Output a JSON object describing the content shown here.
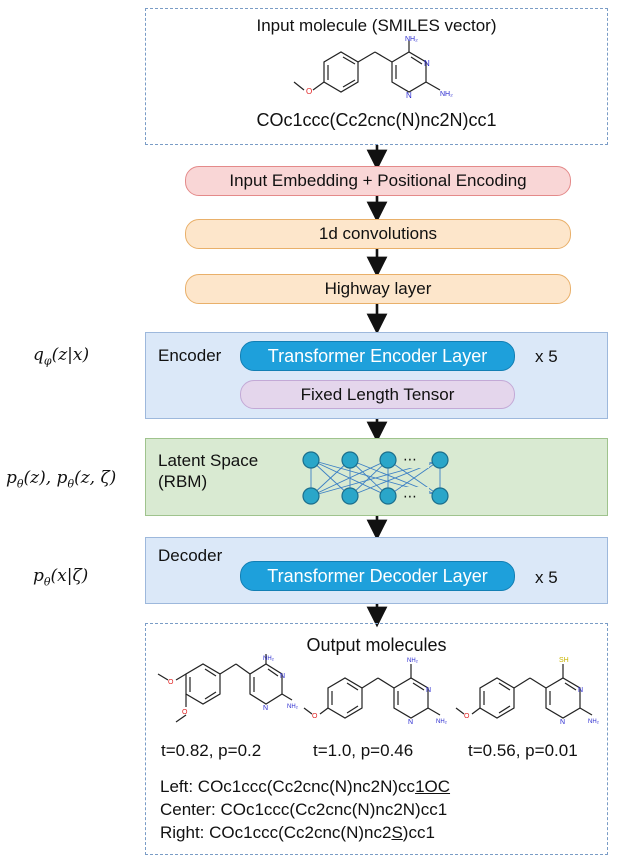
{
  "input": {
    "title": "Input molecule (SMILES vector)",
    "smiles": "COc1ccc(Cc2cnc(N)nc2N)cc1",
    "atoms": {
      "nh2_top": "NH₂",
      "nh2_right": "NH₂",
      "n_top": "N",
      "n_bottom": "N",
      "o": "O"
    }
  },
  "pipeline": {
    "embedding": "Input Embedding + Positional Encoding",
    "conv": "1d convolutions",
    "highway": "Highway layer"
  },
  "encoder": {
    "label": "Encoder",
    "layer": "Transformer  Encoder Layer",
    "repeat": "x 5",
    "tensor": "Fixed Length Tensor",
    "math": "q_φ(z|x)"
  },
  "latent": {
    "label_line1": "Latent Space",
    "label_line2": "(RBM)",
    "ellipsis": "⋯",
    "math": "p_θ(z), p_θ(z,ζ)"
  },
  "decoder": {
    "label": "Decoder",
    "layer": "Transformer  Decoder Layer",
    "repeat": "x 5",
    "math": "p_θ(x|ζ)"
  },
  "output": {
    "title": "Output molecules",
    "scores": [
      "t=0.82, p=0.2",
      "t=1.0, p=0.46",
      "t=0.56, p=0.01"
    ],
    "atoms": {
      "nh2": "NH₂",
      "n": "N",
      "o": "O",
      "sh": "SH"
    },
    "left_prefix": "Left: COc1ccc(Cc2cnc(N)nc2N)cc",
    "left_underlined": "1OC",
    "center": "Center: COc1ccc(Cc2cnc(N)nc2N)cc1",
    "right_prefix": "Right: COc1ccc(Cc2cnc(N)nc2",
    "right_underlined": "S",
    "right_suffix": ")cc1"
  },
  "colors": {
    "embedding_fill": "#f9d6d6",
    "conv_fill": "#fde6cb",
    "transformer_fill": "#1ea0db",
    "tensor_fill": "#e4d6ec",
    "encoder_panel": "#dbe8f8",
    "latent_panel": "#d9ead2",
    "rbm_node": "#2aa6c9",
    "nitrogen": "#2a2ad0",
    "oxygen": "#e02020",
    "sulfur": "#c8b400"
  }
}
